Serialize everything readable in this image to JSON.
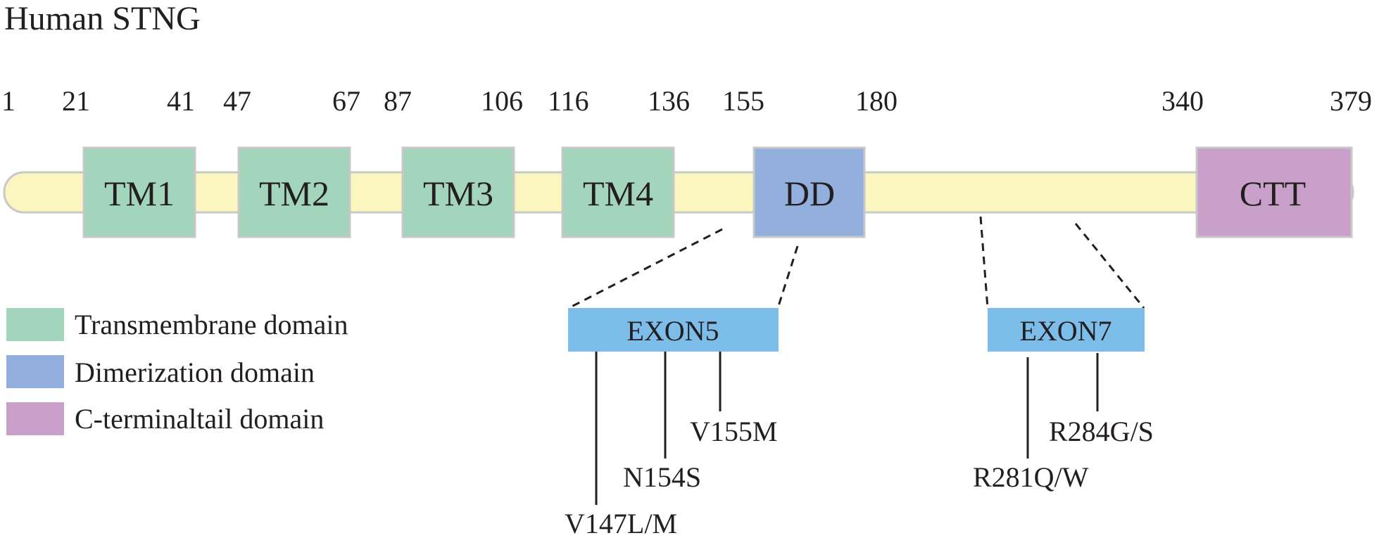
{
  "title": "Human STNG",
  "positions": [
    "1",
    "21",
    "41",
    "47",
    "67",
    "87",
    "106",
    "116",
    "136",
    "155",
    "180",
    "340",
    "379"
  ],
  "domains": [
    {
      "label": "TM1",
      "start": "21",
      "end": "41",
      "type": "transmembrane"
    },
    {
      "label": "TM2",
      "start": "47",
      "end": "67",
      "type": "transmembrane"
    },
    {
      "label": "TM3",
      "start": "87",
      "end": "106",
      "type": "transmembrane"
    },
    {
      "label": "TM4",
      "start": "116",
      "end": "136",
      "type": "transmembrane"
    },
    {
      "label": "DD",
      "start": "155",
      "end": "180",
      "type": "dimerization"
    },
    {
      "label": "CTT",
      "start": "340",
      "end": "379",
      "type": "c-terminal"
    }
  ],
  "legend": [
    {
      "label": "Transmembrane domain",
      "color": "#a3d5bd"
    },
    {
      "label": "Dimerization domain",
      "color": "#93afdd"
    },
    {
      "label": "C-terminaltail domain",
      "color": "#c9a0ca"
    }
  ],
  "exons": [
    {
      "label": "EXON5",
      "mutations": [
        "V147L/M",
        "N154S",
        "V155M"
      ]
    },
    {
      "label": "EXON7",
      "mutations": [
        "R281Q/W",
        "R284G/S"
      ]
    }
  ],
  "colors": {
    "backbone": "#fbf6c0",
    "transmembrane": "#a3d5bd",
    "dimerization": "#93afdd",
    "c_terminal": "#c9a0ca",
    "exon": "#7dbde9",
    "outline": "#c8c8c8",
    "text": "#231f20"
  }
}
